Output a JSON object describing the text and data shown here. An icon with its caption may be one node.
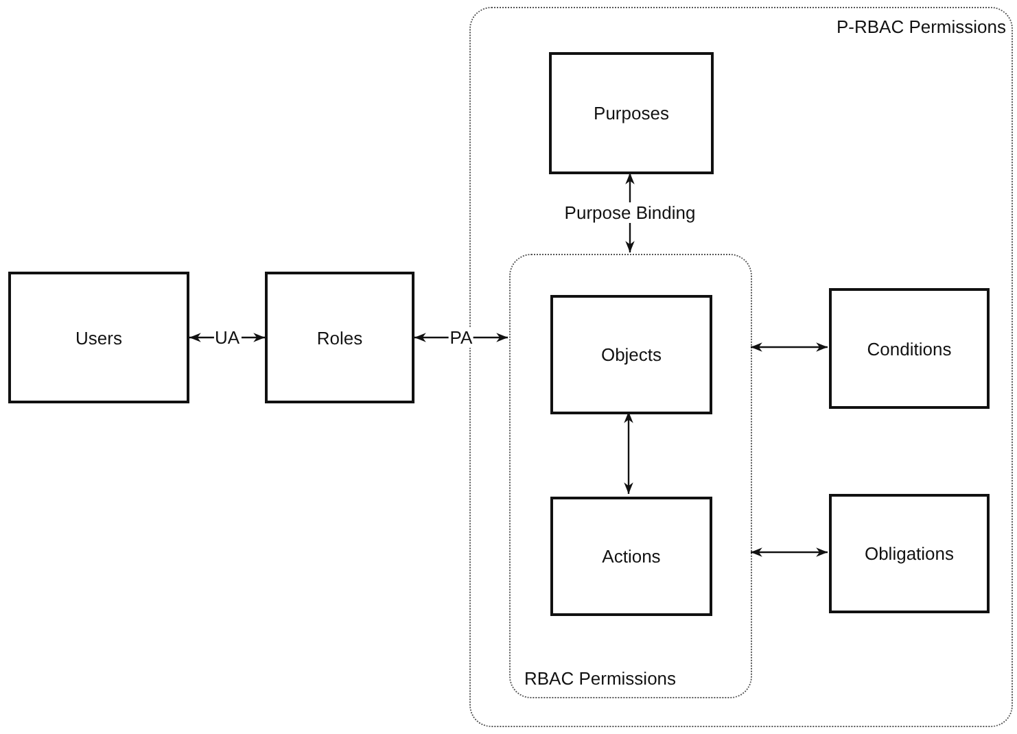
{
  "diagram": {
    "nodes": [
      {
        "text": [
          "P-RBAC Permissions"
        ]
      },
      {
        "text": [
          "Users"
        ]
      },
      {
        "text": [
          "Roles"
        ]
      },
      {
        "text": [
          "Purposes"
        ],
        "in": 0
      },
      {
        "text": [
          "RBAC Permissions"
        ],
        "in": 0
      },
      {
        "text": [
          "Objects"
        ],
        "in": 4
      },
      {
        "text": [
          "Actions"
        ],
        "in": 4
      },
      {
        "text": [
          "Conditions"
        ],
        "in": 0
      },
      {
        "text": [
          "Obligations"
        ],
        "in": 0
      }
    ],
    "edges": [
      {
        "from": 1,
        "to": 2,
        "arrow": "both",
        "label": "UA"
      },
      {
        "from": 2,
        "to": 4,
        "arrow": "both",
        "label": "PA"
      },
      {
        "from": 3,
        "to": 4,
        "arrow": "both",
        "label": "Purpose Binding"
      },
      {
        "from": 5,
        "to": 6,
        "arrow": "both"
      },
      {
        "from": 4,
        "to": 7,
        "arrow": "both"
      },
      {
        "from": 4,
        "to": 8,
        "arrow": "both"
      }
    ]
  }
}
